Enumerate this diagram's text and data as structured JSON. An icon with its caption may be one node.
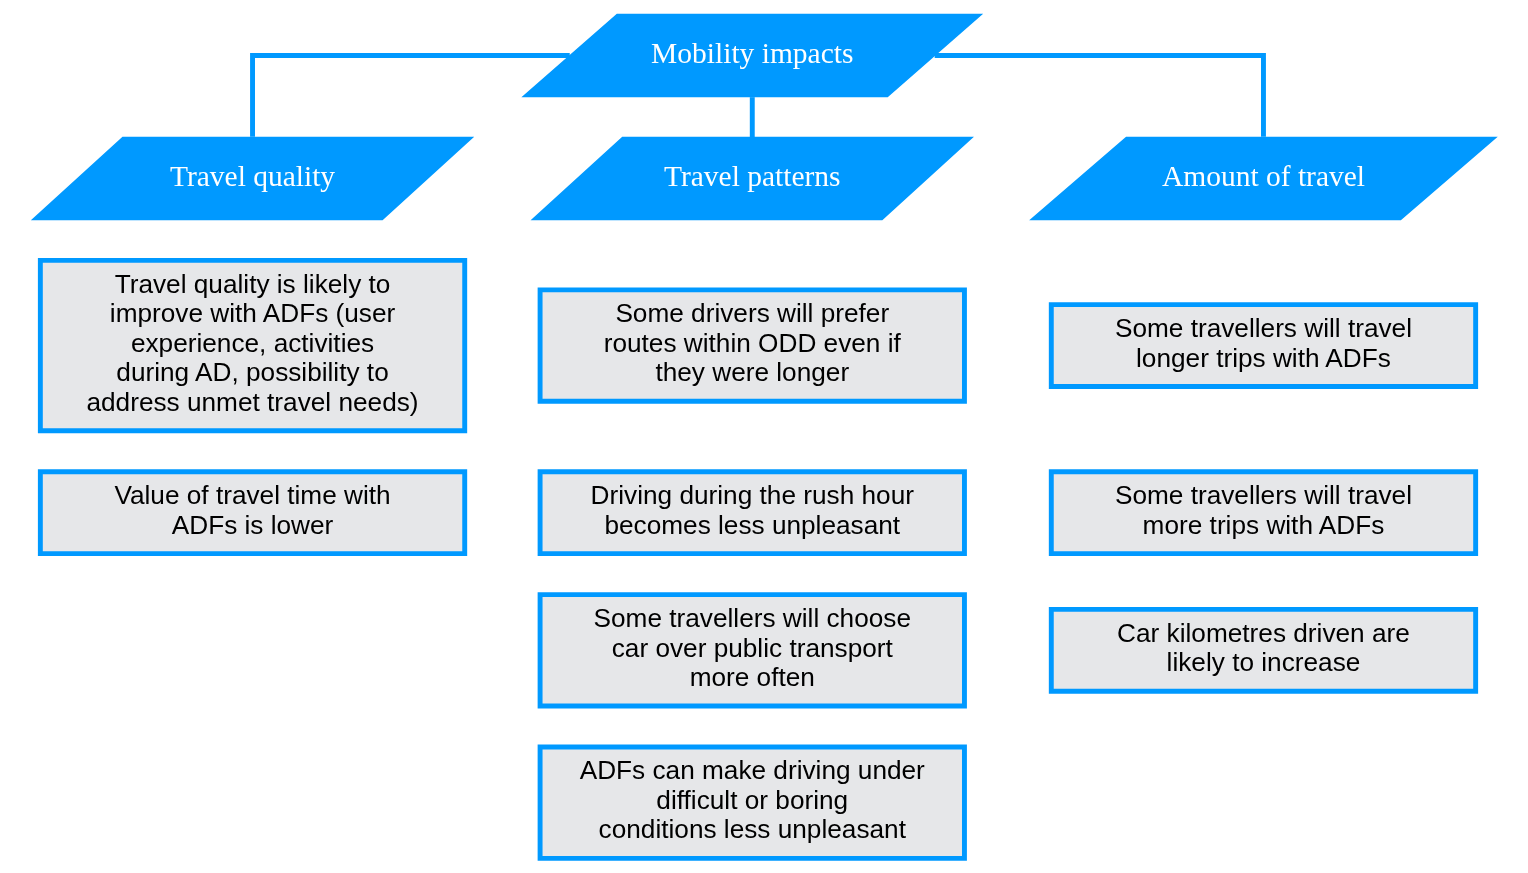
{
  "diagram": {
    "nodes": [
      {
        "text": [
          "Mobility impacts"
        ]
      },
      {
        "text": [
          "Travel quality"
        ]
      },
      {
        "text": [
          "Travel patterns"
        ]
      },
      {
        "text": [
          "Amount of travel"
        ]
      },
      {
        "text": [
          "Travel quality is likely to improve with ADFs (user experience, activities during AD, possibility to address unmet travel needs)"
        ]
      },
      {
        "text": [
          "Value of travel time with ADFs is lower"
        ]
      },
      {
        "text": [
          "Some drivers will prefer routes within ODD even if they were longer"
        ]
      },
      {
        "text": [
          "Driving during the rush hour becomes less unpleasant"
        ]
      },
      {
        "text": [
          "Some travellers will choose car over public transport more often"
        ]
      },
      {
        "text": [
          "ADFs can make driving under difficult or boring conditions less unpleasant"
        ]
      },
      {
        "text": [
          "Some travellers will travel longer trips with ADFs"
        ]
      },
      {
        "text": [
          "Some travellers will travel more trips with ADFs"
        ]
      },
      {
        "text": [
          "Car kilometres driven are likely to increase"
        ]
      }
    ],
    "edges": [
      {
        "from": 0,
        "to": 1,
        "arrow": "none"
      },
      {
        "from": 0,
        "to": 2,
        "arrow": "none"
      },
      {
        "from": 0,
        "to": 3,
        "arrow": "none"
      }
    ]
  }
}
